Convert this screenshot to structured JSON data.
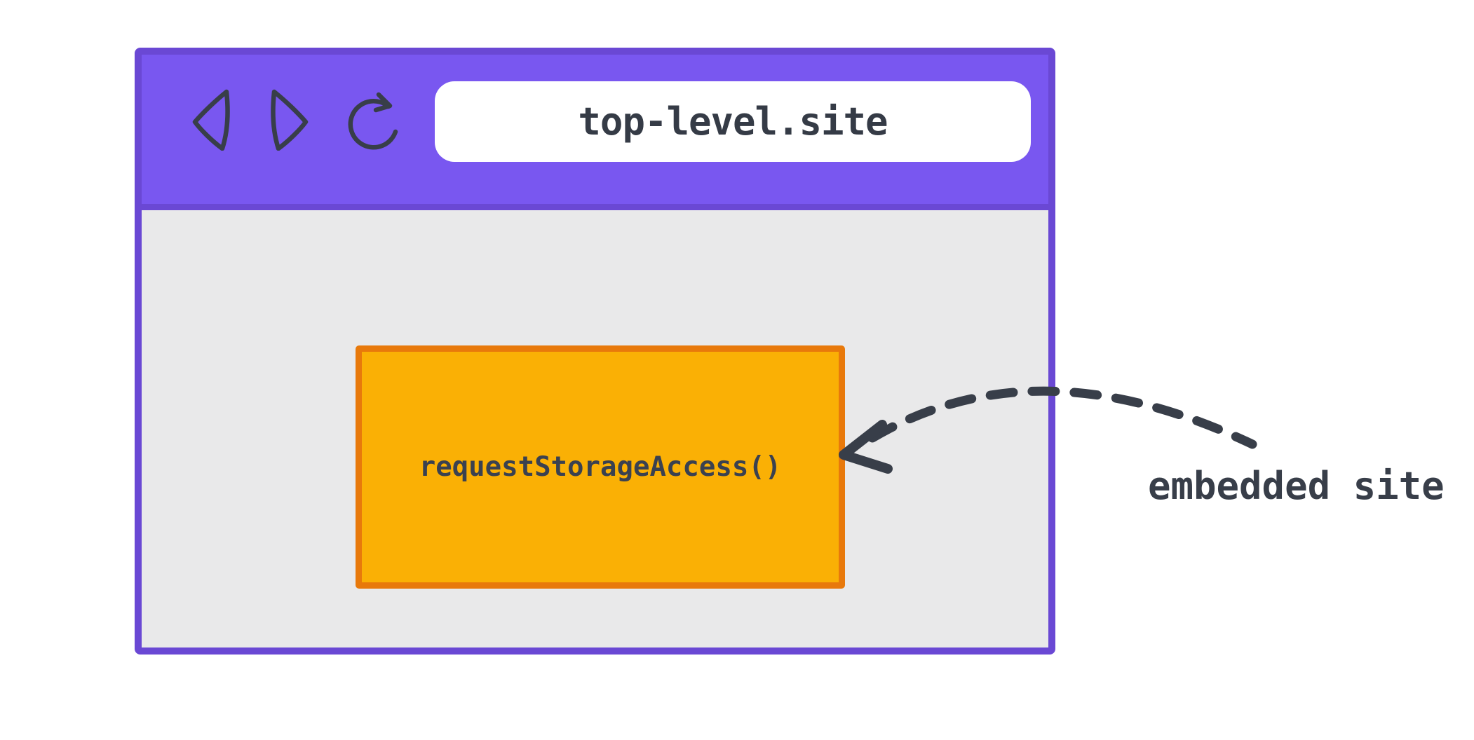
{
  "browser": {
    "url": "top-level.site",
    "toolbar_icons": [
      "back-icon",
      "forward-icon",
      "reload-icon"
    ]
  },
  "embedded_frame": {
    "label": "requestStorageAccess()"
  },
  "annotation": {
    "label": "embedded site"
  },
  "colors": {
    "toolbar_purple": "#7957F0",
    "window_border_purple": "#6A48D4",
    "content_gray": "#E9E9EA",
    "embed_orange": "#FAB005",
    "embed_border_orange": "#E8790B",
    "ink": "#383E49",
    "url_text": "#353B46"
  }
}
